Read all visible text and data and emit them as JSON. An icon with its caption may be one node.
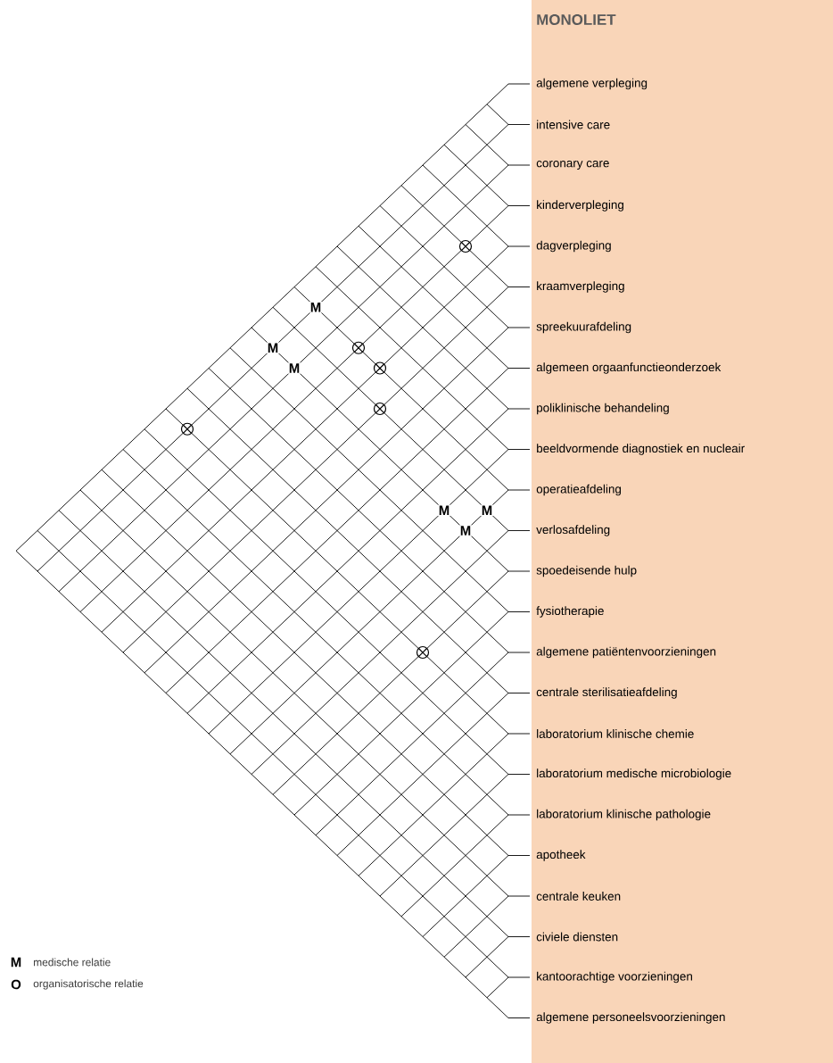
{
  "diagram": {
    "title": "MONOLIET",
    "nodes": [
      {
        "text": [
          "algemene verpleging"
        ]
      },
      {
        "text": [
          "intensive care"
        ]
      },
      {
        "text": [
          "coronary care"
        ]
      },
      {
        "text": [
          "kinderverpleging"
        ]
      },
      {
        "text": [
          "dagverpleging"
        ]
      },
      {
        "text": [
          "kraamverpleging"
        ]
      },
      {
        "text": [
          "spreekuurafdeling"
        ]
      },
      {
        "text": [
          "algemeen orgaanfunctieonderzoek"
        ]
      },
      {
        "text": [
          "poliklinische behandeling"
        ]
      },
      {
        "text": [
          "beeldvormende diagnostiek en nucleair"
        ]
      },
      {
        "text": [
          "operatieafdeling"
        ]
      },
      {
        "text": [
          "verlosafdeling"
        ]
      },
      {
        "text": [
          "spoedeisende hulp"
        ]
      },
      {
        "text": [
          "fysiotherapie"
        ]
      },
      {
        "text": [
          "algemene patiëntenvoorzieningen"
        ]
      },
      {
        "text": [
          "centrale sterilisatieafdeling"
        ]
      },
      {
        "text": [
          "laboratorium klinische chemie"
        ]
      },
      {
        "text": [
          "laboratorium medische microbiologie"
        ]
      },
      {
        "text": [
          "laboratorium klinische pathologie"
        ]
      },
      {
        "text": [
          "apotheek"
        ]
      },
      {
        "text": [
          "centrale keuken"
        ]
      },
      {
        "text": [
          "civiele diensten"
        ]
      },
      {
        "text": [
          "kantoorachtige voorzieningen"
        ]
      },
      {
        "text": [
          "algemene personeelsvoorzieningen"
        ]
      }
    ],
    "labels": [
      "M",
      "M",
      "M",
      "M",
      "M",
      "M",
      "M",
      "O"
    ],
    "legend": [
      {
        "text": "medische relatie"
      },
      {
        "text": "organisatorische relatie"
      }
    ]
  }
}
